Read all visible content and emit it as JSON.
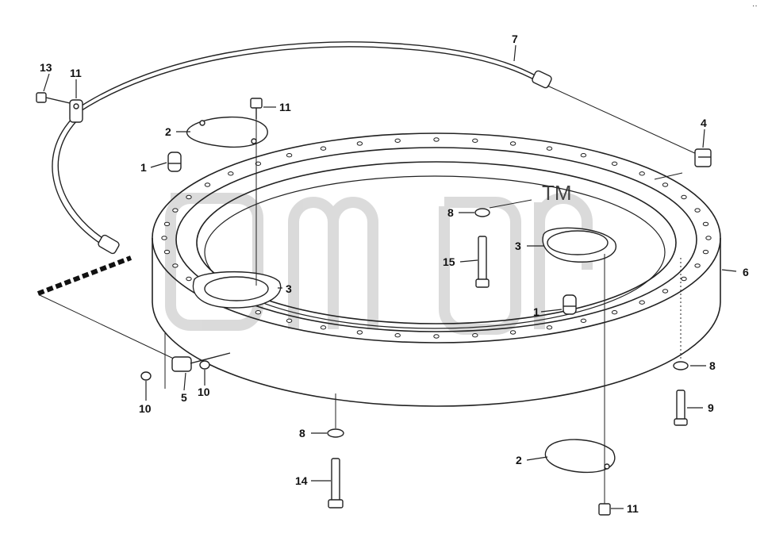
{
  "diagram": {
    "watermark": {
      "text": "omg",
      "tm": "TM"
    },
    "corner_mark": "··",
    "labels": {
      "p1a": "1",
      "p1b": "1",
      "p2a": "2",
      "p2b": "2",
      "p3a": "3",
      "p3b": "3",
      "p4": "4",
      "p5": "5",
      "p6": "6",
      "p7": "7",
      "p8a": "8",
      "p8b": "8",
      "p8c": "8",
      "p9": "9",
      "p10a": "10",
      "p10b": "10",
      "p11a": "11",
      "p11b": "11",
      "p11c": "11",
      "p13": "13",
      "p14": "14",
      "p15": "15"
    }
  },
  "colors": {
    "line": "#222222",
    "watermark": "#bbbbbb",
    "bg": "#ffffff"
  }
}
